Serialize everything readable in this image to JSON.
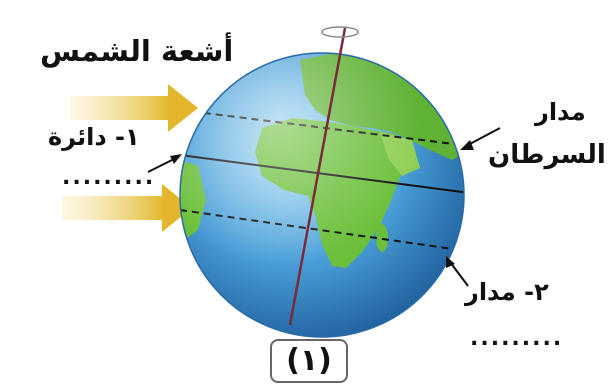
{
  "labels": {
    "sun_rays": "أشعة الشمس",
    "circle": "١- دائرة",
    "circle_blank": ".........",
    "tropic_cancer_line1": "مدار",
    "tropic_cancer_line2": "السرطان",
    "orbit": "٢- مدار",
    "orbit_blank": ".........",
    "figure_number": "(١)"
  },
  "colors": {
    "ocean": "#4a9fd8",
    "land": "#6bbf3a",
    "sun_arrow": "#e8c23a",
    "axis": "#7a2a3a"
  },
  "icons": [
    "sun-ray-arrow",
    "globe",
    "earth-axis",
    "pointer-arrow"
  ]
}
